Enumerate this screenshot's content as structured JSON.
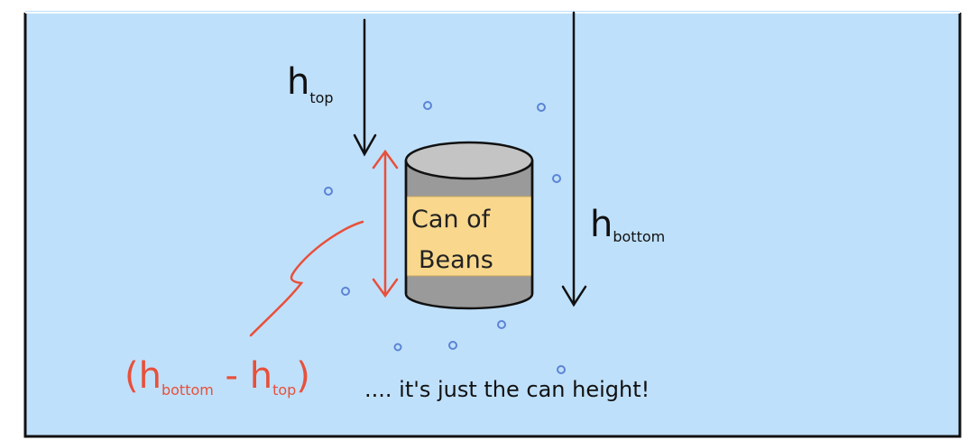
{
  "colors": {
    "water": "#bfe0fb",
    "can_body": "#9a9a9a",
    "can_top": "#c4c4c4",
    "label": "#f9d88e",
    "ink": "#111111",
    "red": "#e8503a",
    "bubble": "#5b84d6"
  },
  "labels": {
    "h": "h",
    "top_sub": "top",
    "bottom_sub": "bottom",
    "can_line1": "Can of",
    "can_line2": "Beans",
    "formula_open": "(h",
    "formula_mid": " - h",
    "formula_close": ")",
    "caption": ".... it's just the can height!"
  }
}
